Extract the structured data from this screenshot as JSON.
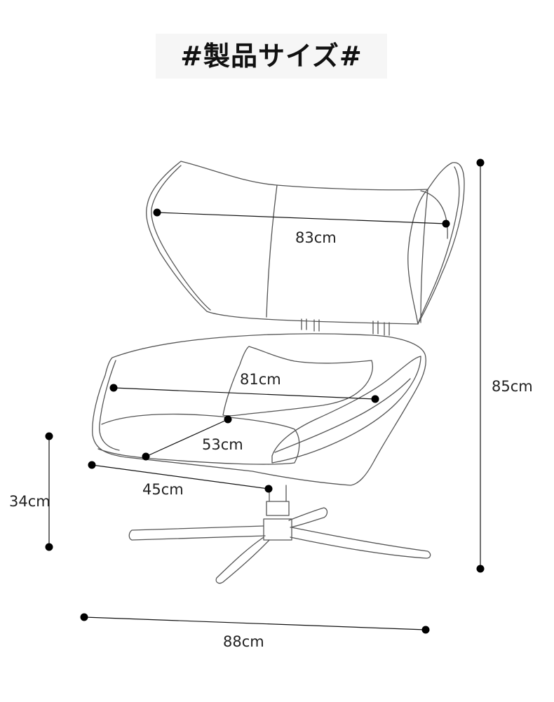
{
  "title": "#製品サイズ#",
  "dimensions": {
    "headrest_width": "83cm",
    "seat_width": "81cm",
    "seat_depth": "53cm",
    "seat_height": "34cm",
    "seat_front_depth": "45cm",
    "base_width": "88cm",
    "total_height": "85cm"
  },
  "colors": {
    "line": "#555555",
    "marker": "#000000"
  }
}
